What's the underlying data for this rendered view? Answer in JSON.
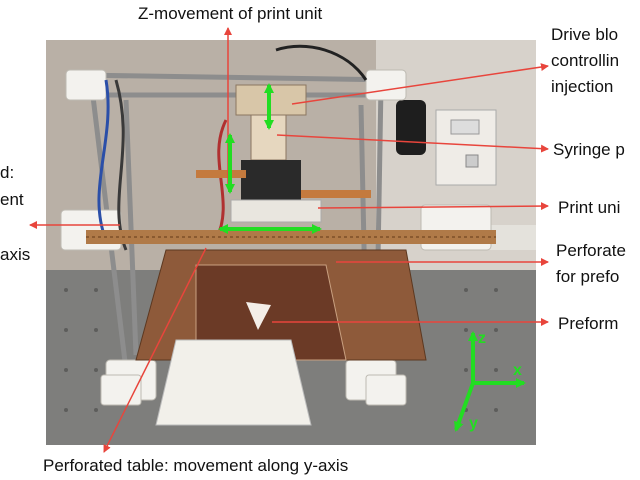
{
  "labels": {
    "top": "Z-movement of print unit",
    "drive_1": "Drive blo",
    "drive_2": "controllin",
    "drive_3": "injection",
    "syringe": "Syringe p",
    "print_unit": "Print uni",
    "left_1": "d:",
    "left_2": "ent",
    "left_3": "axis",
    "perforated_1": "Perforate",
    "perforated_2": "for prefo",
    "preform": "Preform",
    "bottom": "Perforated table: movement along y-axis"
  },
  "axes": {
    "z": "z",
    "x": "x",
    "y": "y"
  },
  "colors": {
    "annotation_red": "#e8453c",
    "movement_green": "#22dd22",
    "axis_green": "#22dd22"
  }
}
